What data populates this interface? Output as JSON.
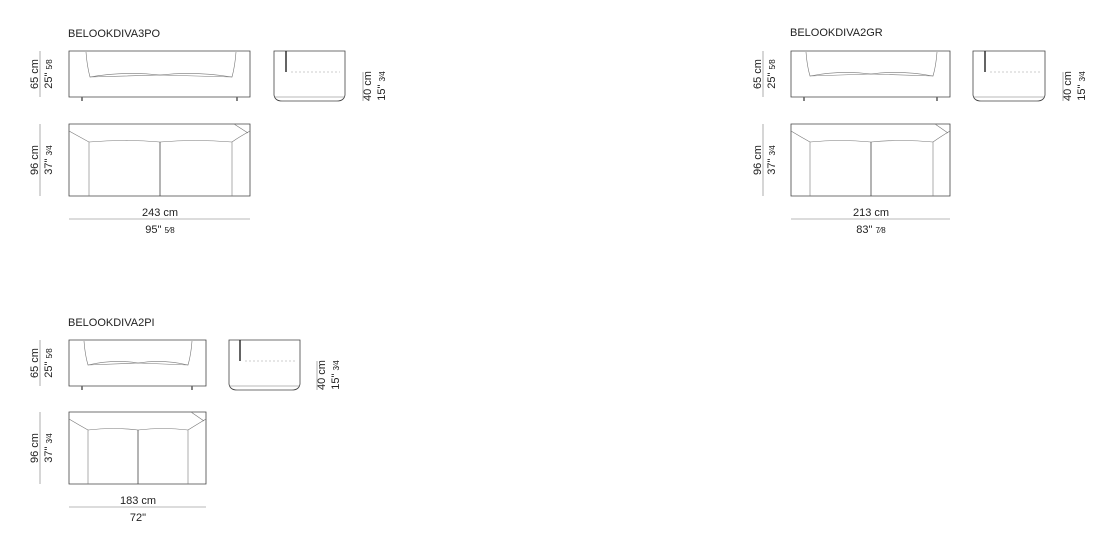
{
  "products": [
    {
      "code": "BELOOKDIVA3PO",
      "height_cm": "65 cm",
      "height_in": "25\"",
      "height_in_frac": "5⁄8",
      "seat_cm": "40 cm",
      "seat_in": "15\"",
      "seat_in_frac": "3⁄4",
      "depth_cm": "96 cm",
      "depth_in": "37\"",
      "depth_in_frac": "3⁄4",
      "width_cm": "243 cm",
      "width_in": "95\"",
      "width_in_frac": "5⁄8"
    },
    {
      "code": "BELOOKDIVA2GR",
      "height_cm": "65 cm",
      "height_in": "25\"",
      "height_in_frac": "5⁄8",
      "seat_cm": "40 cm",
      "seat_in": "15\"",
      "seat_in_frac": "3⁄4",
      "depth_cm": "96 cm",
      "depth_in": "37\"",
      "depth_in_frac": "3⁄4",
      "width_cm": "213 cm",
      "width_in": "83\"",
      "width_in_frac": "7⁄8"
    },
    {
      "code": "BELOOKDIVA2PI",
      "height_cm": "65 cm",
      "height_in": "25\"",
      "height_in_frac": "5⁄8",
      "seat_cm": "40 cm",
      "seat_in": "15\"",
      "seat_in_frac": "3⁄4",
      "depth_cm": "96 cm",
      "depth_in": "37\"",
      "depth_in_frac": "3⁄4",
      "width_cm": "183 cm",
      "width_in": "72\"",
      "width_in_frac": ""
    }
  ]
}
